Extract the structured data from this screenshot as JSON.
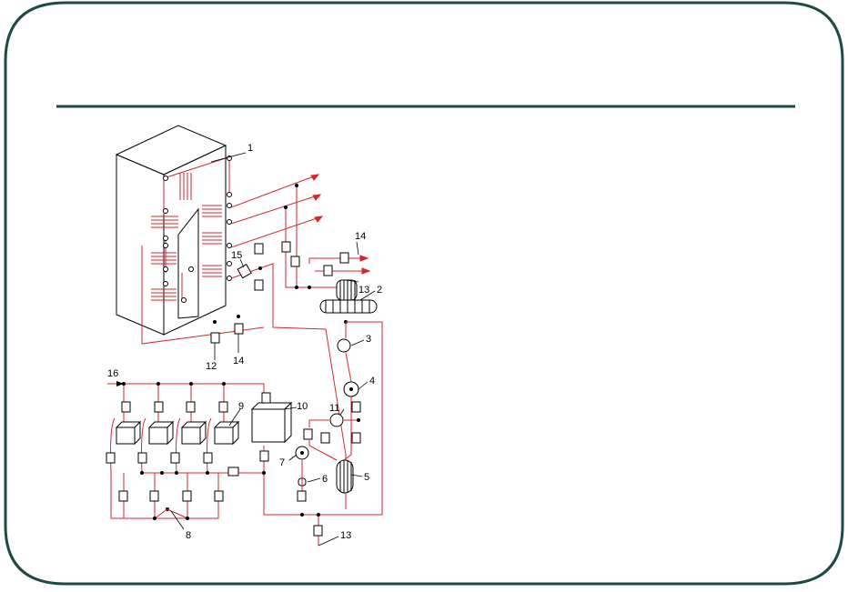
{
  "colors": {
    "frame": "#1d4a44",
    "pipe": "#d8262c",
    "ink": "#000000",
    "background": "#ffffff"
  },
  "labels": {
    "l1": "1",
    "l2": "2",
    "l3": "3",
    "l4": "4",
    "l5": "5",
    "l6": "6",
    "l7": "7",
    "l8": "8",
    "l9": "9",
    "l10": "10",
    "l11": "11",
    "l12": "12",
    "l13a": "13",
    "l13b": "13",
    "l14a": "14",
    "l14b": "14",
    "l15": "15",
    "l16": "16"
  }
}
